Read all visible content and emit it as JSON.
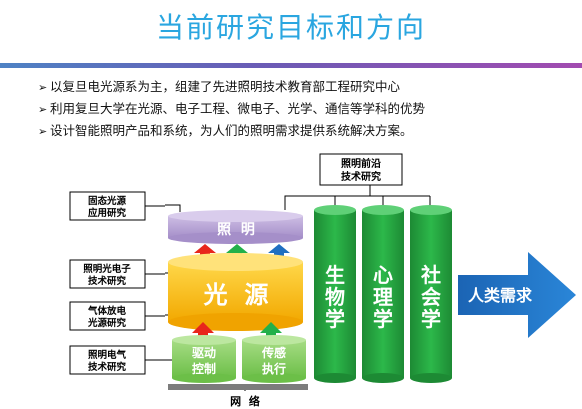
{
  "title": "当前研究目标和方向",
  "bullets": [
    "以复旦电光源系为主，组建了先进照明技术教育部工程研究中心",
    "利用复旦大学在光源、电子工程、微电子、光学、通信等学科的优势",
    "设计智能照明产品和系统，为人们的照明需求提供系统解决方案。"
  ],
  "bullet_marker": "➢",
  "diagram": {
    "top_box": [
      "照明前沿",
      "技术研究"
    ],
    "left_boxes": [
      [
        "固态光源",
        "应用研究"
      ],
      [
        "照明光电子",
        "技术研究"
      ],
      [
        "气体放电",
        "光源研究"
      ],
      [
        "照明电气",
        "技术研究"
      ]
    ],
    "zhaoming": "照  明",
    "guangyuan": "光  源",
    "qudong": [
      "驱动",
      "控制"
    ],
    "chuangan": [
      "传感",
      "执行"
    ],
    "wangluo": "网  络",
    "pillars": [
      [
        "生",
        "物",
        "学"
      ],
      [
        "心",
        "理",
        "学"
      ],
      [
        "社",
        "会",
        "学"
      ]
    ],
    "big_arrow": "人类需求",
    "colors": {
      "purple": "#b9a6d6",
      "yellow": "#ffc000",
      "green": "#23a03c",
      "light_green": "#8fd06a",
      "blue_arrow": "#1f6fc1",
      "red": "#e8261c"
    }
  }
}
